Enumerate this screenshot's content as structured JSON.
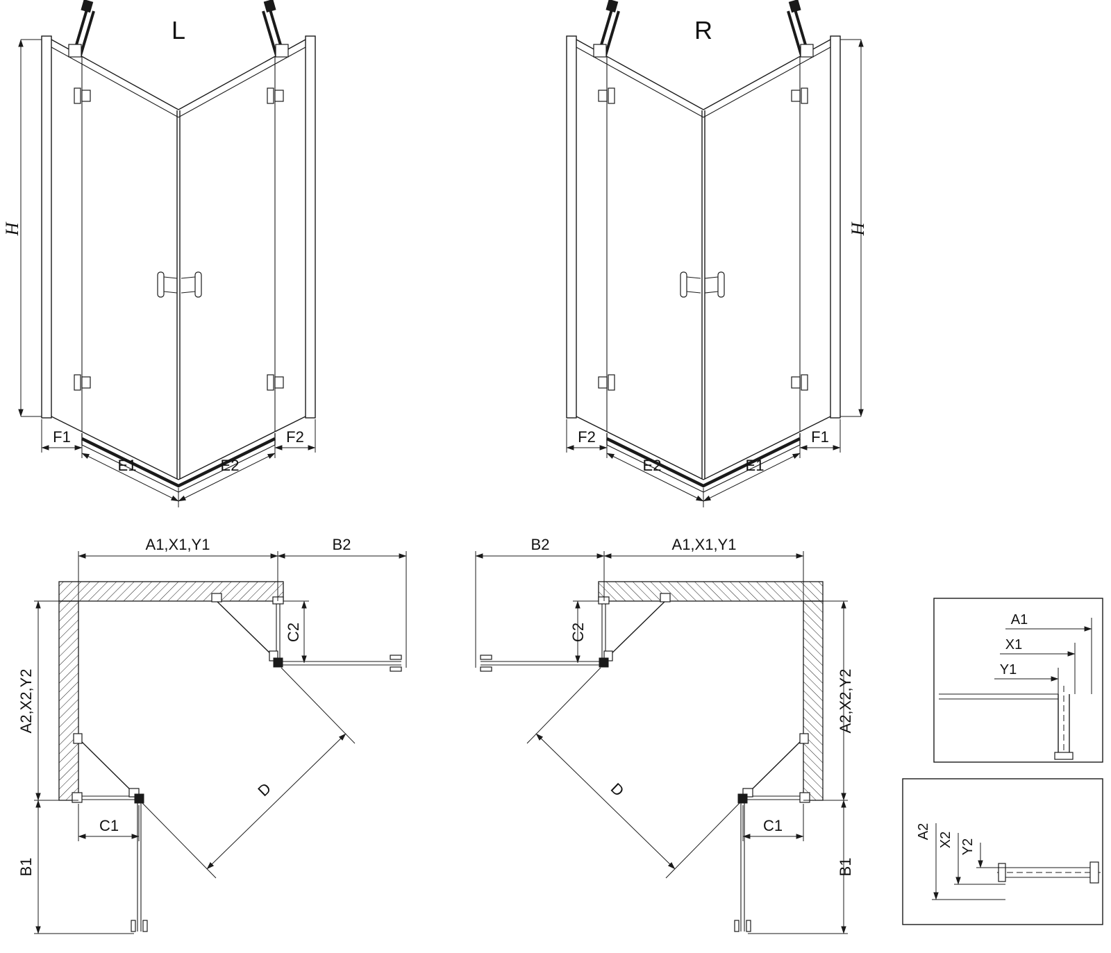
{
  "page": {
    "background": "#ffffff",
    "line_color": "#1a1a1a"
  },
  "iso_left": {
    "view_label": "L",
    "dim_height": "H",
    "dim_f1": "F1",
    "dim_e1": "E1",
    "dim_e2": "E2",
    "dim_f2": "F2"
  },
  "iso_right": {
    "view_label": "R",
    "dim_height": "H",
    "dim_f1": "F1",
    "dim_e1": "E1",
    "dim_e2": "E2",
    "dim_f2": "F2"
  },
  "plan_left": {
    "dim_width_top": "A1,X1,Y1",
    "dim_b2": "B2",
    "dim_c2": "C2",
    "dim_depth_side": "A2,X2,Y2",
    "dim_c1": "C1",
    "dim_b1": "B1",
    "dim_diagonal": "D"
  },
  "plan_right": {
    "dim_width_top": "A1,X1,Y1",
    "dim_b2": "B2",
    "dim_c2": "C2",
    "dim_depth_side": "A2,X2,Y2",
    "dim_c1": "C1",
    "dim_b1": "B1",
    "dim_diagonal": "D"
  },
  "detail_width": {
    "dim_a1": "A1",
    "dim_x1": "X1",
    "dim_y1": "Y1"
  },
  "detail_depth": {
    "dim_a2": "A2",
    "dim_x2": "X2",
    "dim_y2": "Y2"
  }
}
